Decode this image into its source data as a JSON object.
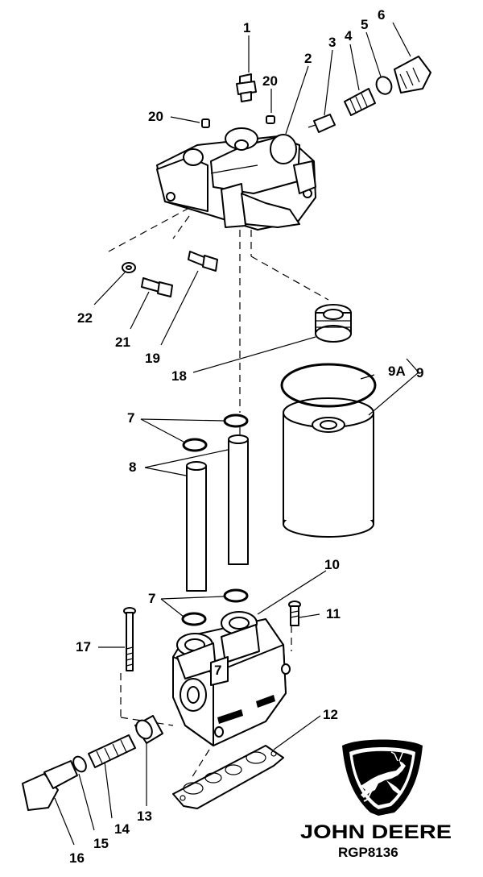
{
  "figure": {
    "brand_name": "JOHN DEERE",
    "figure_code": "RGP8136",
    "logo_icon": "john-deere-leaping-deer-logo"
  },
  "callouts": {
    "c1": "1",
    "c2": "2",
    "c3": "3",
    "c4": "4",
    "c5": "5",
    "c6": "6",
    "c7a": "7",
    "c7b": "7",
    "c8": "8",
    "c9": "9",
    "c9a": "9A",
    "c10": "10",
    "c11": "11",
    "c12": "12",
    "c13": "13",
    "c14": "14",
    "c15": "15",
    "c16": "16",
    "c17": "17",
    "c18": "18",
    "c19": "19",
    "c20a": "20",
    "c20b": "20",
    "c21": "21",
    "c22": "22",
    "body_mark": "7"
  }
}
